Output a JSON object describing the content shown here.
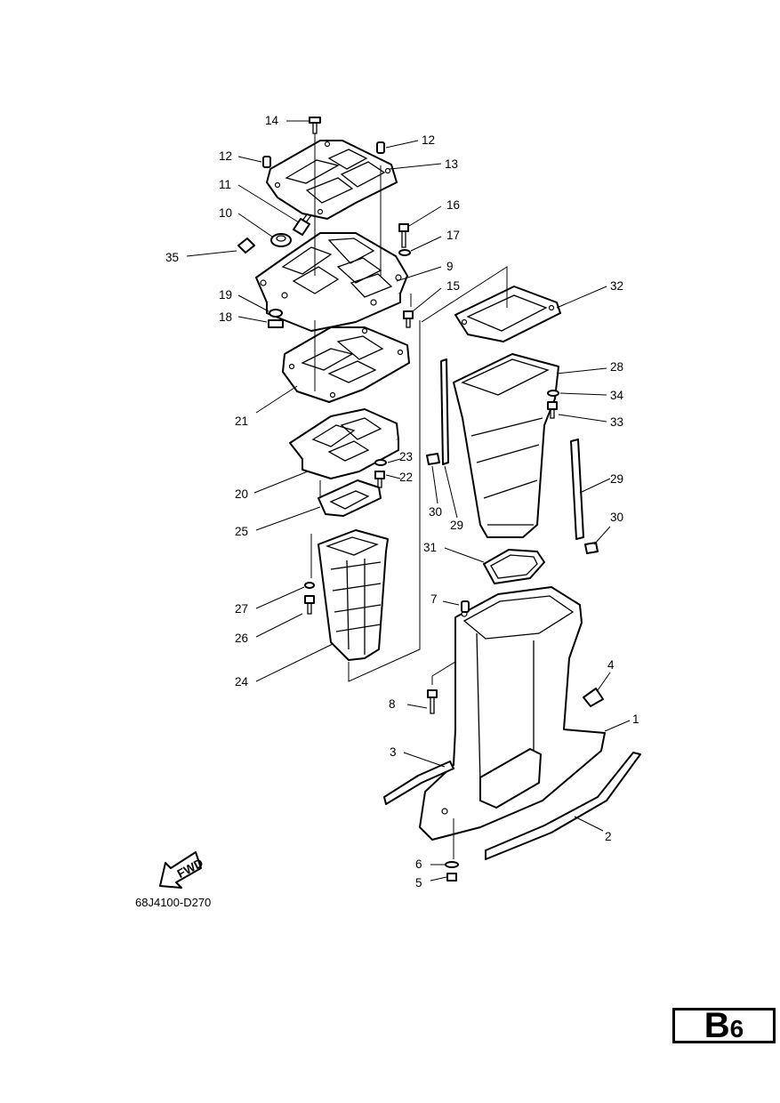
{
  "callouts": [
    "1",
    "2",
    "3",
    "4",
    "5",
    "6",
    "7",
    "8",
    "9",
    "10",
    "11",
    "12",
    "12",
    "13",
    "14",
    "15",
    "16",
    "17",
    "18",
    "19",
    "20",
    "21",
    "22",
    "23",
    "24",
    "25",
    "26",
    "27",
    "28",
    "29",
    "29",
    "30",
    "30",
    "31",
    "32",
    "33",
    "34",
    "35"
  ],
  "fwd_label": "FWD",
  "drawing_code": "68J4100-D270",
  "page_tag": {
    "letter": "B",
    "number": "6"
  }
}
